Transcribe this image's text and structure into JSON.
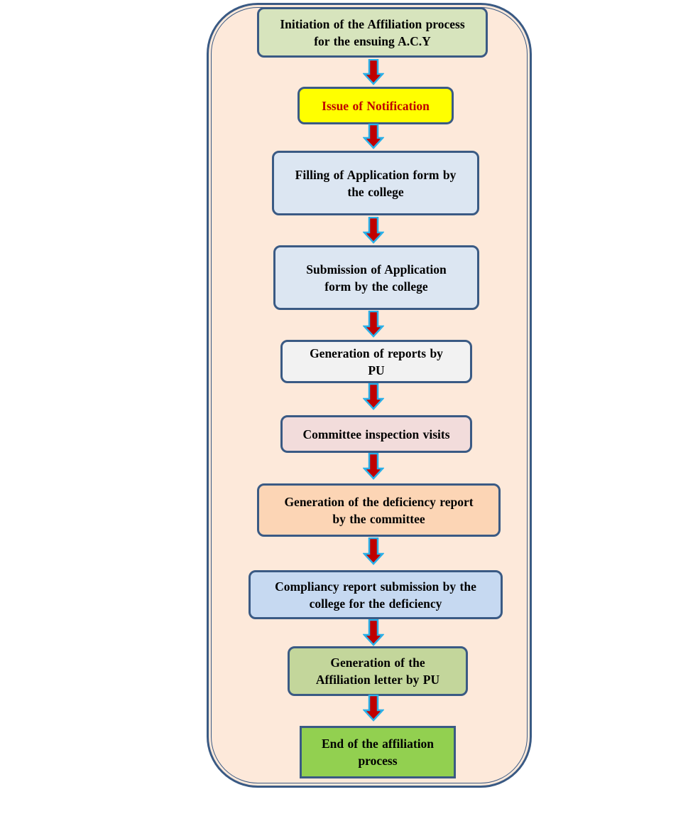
{
  "colors": {
    "frame_fill": "#fde9da",
    "frame_border": "#3a5a84",
    "arrow_fill": "#c00000",
    "arrow_outline": "#2ab0e8",
    "notification_text": "#c00000"
  },
  "steps": [
    {
      "label": "Initiation  of the Affiliation  process\nfor the ensuing  A.C.Y",
      "fill": "#d7e4bd"
    },
    {
      "label": "Issue of Notification",
      "fill": "#ffff00"
    },
    {
      "label": "Filling  of Application  form by\nthe college",
      "fill": "#dce6f2"
    },
    {
      "label": "Submission  of Application\nform by the college",
      "fill": "#dce6f2"
    },
    {
      "label": "Generation of reports by\nPU",
      "fill": "#f2f2f2"
    },
    {
      "label": "Committee inspection  visits",
      "fill": "#f2dcdb"
    },
    {
      "label": "Generation of the deficiency report\nby the committee",
      "fill": "#fcd5b5"
    },
    {
      "label": "Compliancy  report submission  by the\ncollege for the deficiency",
      "fill": "#c6d9f1"
    },
    {
      "label": "Generation of the\nAffiliation letter by PU",
      "fill": "#c3d69b"
    },
    {
      "label": "End of the affiliation\nprocess",
      "fill": "#92d050"
    }
  ]
}
